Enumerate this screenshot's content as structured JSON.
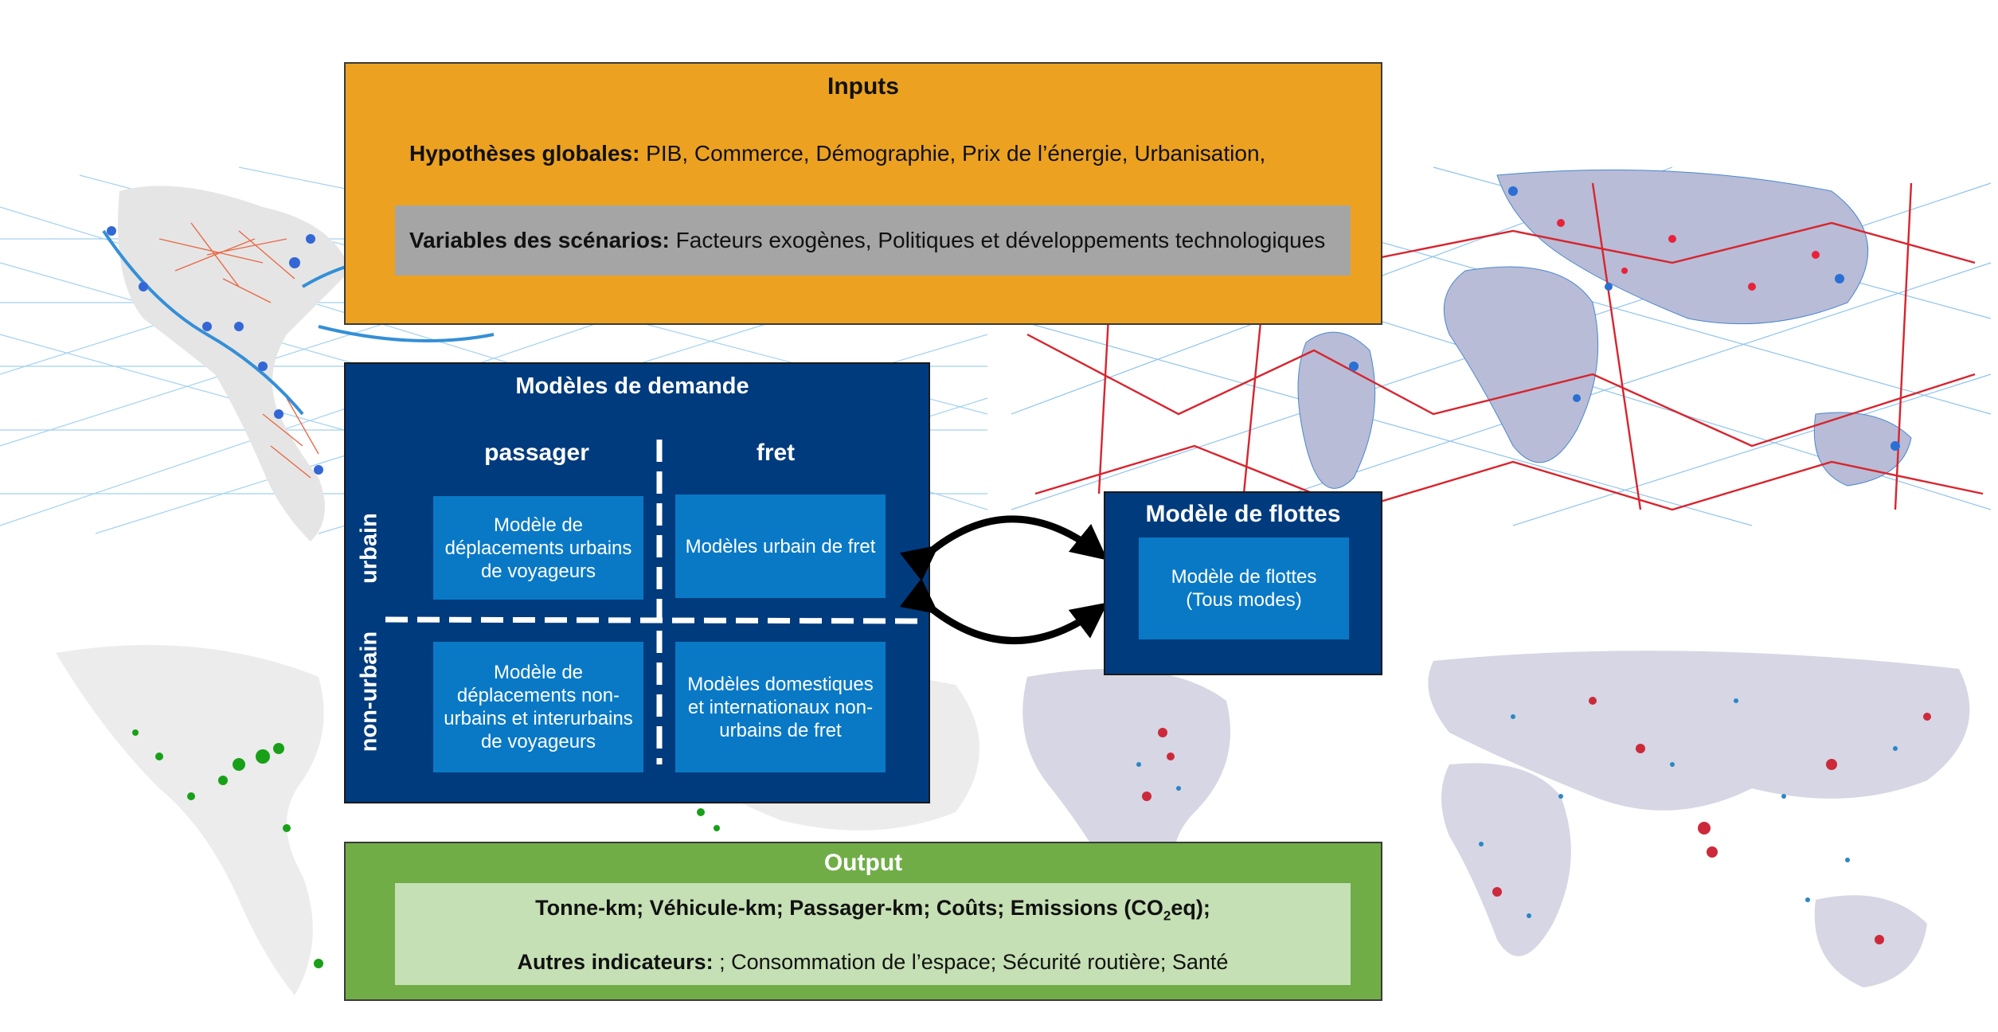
{
  "inputs": {
    "title": "Inputs",
    "global_label": "Hypothèses globales:",
    "global_text": " PIB, Commerce, Démographie, Prix de l’énergie, Urbanisation,",
    "scenario_label": "Variables des scénarios:",
    "scenario_text": " Facteurs exogènes, Politiques et développements technologiques"
  },
  "demand": {
    "title": "Modèles de demande",
    "col_passenger": "passager",
    "col_freight": "fret",
    "row_urban": "urbain",
    "row_nonurban": "non-urbain",
    "cells": [
      "Modèle de déplacements urbains de voyageurs",
      "Modèles urbain de fret",
      "Modèle de déplacements non-urbains et interurbains de voyageurs",
      "Modèles domestiques et internationaux non-urbains de fret"
    ]
  },
  "fleet": {
    "title": "Modèle de flottes",
    "cell": "Modèle de flottes (Tous modes)"
  },
  "output": {
    "title": "Output",
    "line1_pre": "Tonne-km; Véhicule-km; Passager-km; Coûts; Emissions (CO",
    "line1_sub": "2",
    "line1_post": "eq);",
    "line2_label": "Autres indicateurs:",
    "line2_text": " ; Consommation de l’espace; Sécurité routière; Santé"
  },
  "colors": {
    "inputs_bg": "#ECA220",
    "scenario_bg": "#A5A5A5",
    "demand_bg": "#003B7E",
    "cell_bg": "#0979C6",
    "output_bg": "#70AD47",
    "output_inner_bg": "#C5E0B4"
  }
}
